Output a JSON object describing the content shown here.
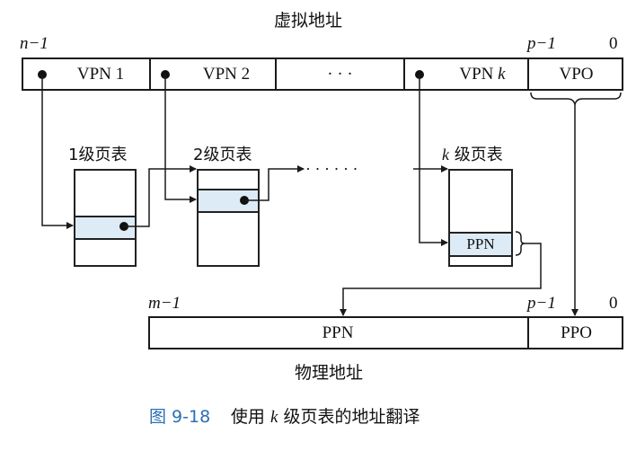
{
  "virtual_address": {
    "title": "虚拟地址",
    "left_bit": "n−1",
    "ppo_left_bit": "p−1",
    "right_bit": "0",
    "fields": [
      "VPN 1",
      "VPN 2",
      "· · ·",
      "VPN k",
      "VPO"
    ]
  },
  "page_tables": {
    "labels": [
      "1级页表",
      "2级页表",
      "k 级页表"
    ],
    "ellipsis": "·  ·  ·  ·  ·  ·",
    "entry_label": "PPN"
  },
  "physical_address": {
    "title": "物理地址",
    "left_bit": "m−1",
    "ppo_left_bit": "p−1",
    "right_bit": "0",
    "fields": [
      "PPN",
      "PPO"
    ]
  },
  "caption": {
    "number": "图 9-18",
    "text": "使用 k 级页表的地址翻译"
  },
  "colors": {
    "caption_number": "#2a6fb5",
    "entry_highlight": "#dcebf6",
    "line": "#1a1a1a"
  }
}
